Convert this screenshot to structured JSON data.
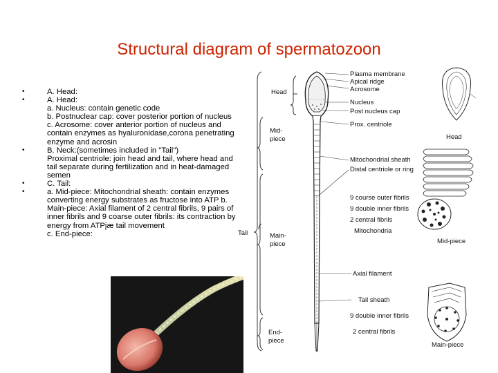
{
  "title": "Structural diagram of spermatozoon",
  "bullets": [
    "A. Head:\na. Nucleus: contain genetic code\nb. Postnuclear cap: cover posterior portion of nucleus\nc. Acrosome: cover anterior portion of nucleus and contain enzymes as hyaluronidase,corona penetrating enzyme and acrosin",
    "B. Neck:(sometimes included in \"Tail\")\nProximal centriole: join head and tail, where head and tail separate during fertilization and in heat-damaged semen",
    "C. Tail:",
    "a. Mid-piece: Mitochondrial sheath: contain enzymes converting energy substrates as fructose into ATP b. Main-piece: Axial filament of 2 central fibrils, 9 pairs of inner fibrils and 9 coarse outer fibrils: its contraction by energy from ATPįæ tail movement\nc. End-piece:"
  ],
  "diagram": {
    "left_labels": {
      "head": "Head",
      "mid": "Mid-\npiece",
      "tail": "Tail",
      "main": "Main-\npiece",
      "end": "End-\npiece"
    },
    "right_labels": [
      "Plasma membrane",
      "Apical ridge",
      "Acrosome",
      "Nucleus",
      "Post nucleus cap",
      "Prox. centriole",
      "Mitochondrial sheath",
      "Distal centriole or ring",
      "9 course outer fibrils",
      "9 double inner fibrils",
      "2 central fibrils",
      "Mitochondria",
      "Axial filament",
      "Tail sheath",
      "9 double inner fibrils",
      "2 central fibrils"
    ],
    "section_labels": {
      "head": "Head",
      "midpiece": "Mid-piece",
      "mainpiece": "Main-piece"
    }
  }
}
